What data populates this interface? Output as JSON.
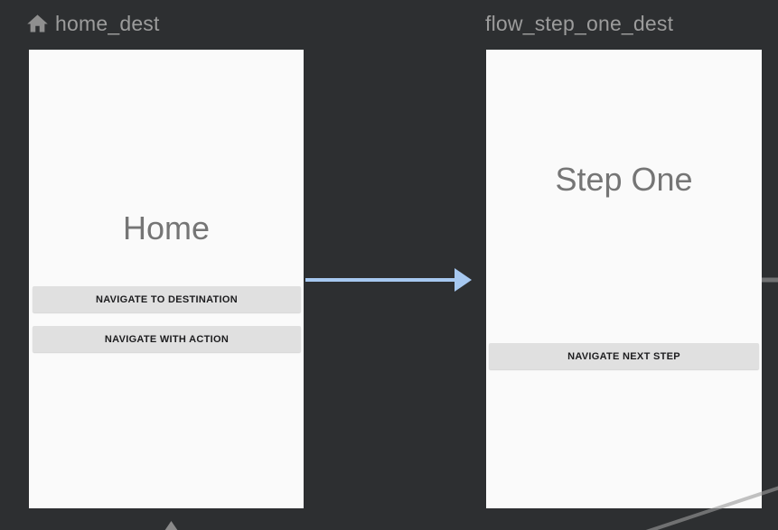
{
  "editor": {
    "background_color": "#2d2f31",
    "card_color": "#fafafa",
    "header_text_color": "#9c9c9c",
    "title_text_color": "#757575",
    "button_color": "#e0e0e0",
    "action_arrow_color": "#a6c8f0",
    "connection_line_color": "#9b9b9b"
  },
  "destinations": [
    {
      "label": "home_dest",
      "is_start_destination": true,
      "icon": "home-icon",
      "screen": {
        "title": "Home",
        "buttons": [
          "NAVIGATE TO DESTINATION",
          "NAVIGATE WITH ACTION"
        ]
      }
    },
    {
      "label": "flow_step_one_dest",
      "is_start_destination": false,
      "screen": {
        "title": "Step One",
        "buttons": [
          "NAVIGATE NEXT STEP"
        ]
      }
    }
  ],
  "connections": [
    {
      "name": "action-home-to-step-one",
      "state": "selected"
    },
    {
      "name": "action-step-one-outgoing",
      "state": "default"
    },
    {
      "name": "connection-diagonal-offscreen",
      "state": "default"
    },
    {
      "name": "incoming-arrowhead-bottom",
      "state": "default"
    }
  ]
}
